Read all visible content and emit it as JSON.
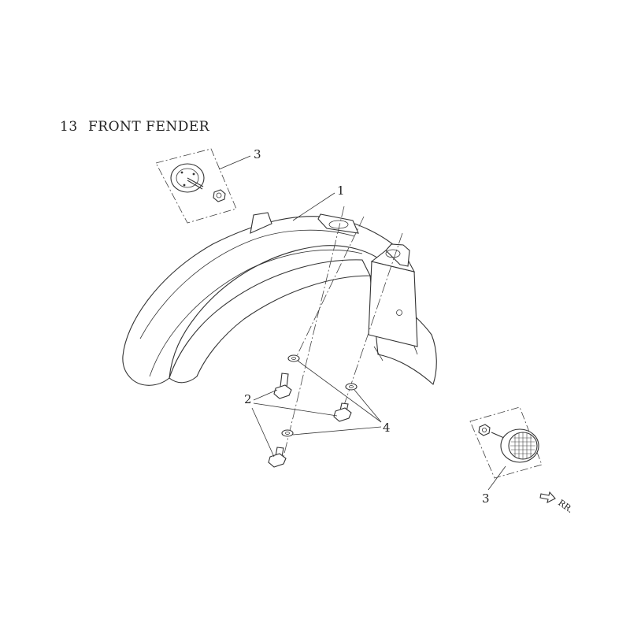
{
  "title": {
    "number": "13",
    "name": "FRONT FENDER"
  },
  "callouts": {
    "part_1": "1",
    "part_2": "2",
    "part_3_upper": "3",
    "part_3_lower": "3",
    "part_4": "4"
  },
  "direction_label": "RR.",
  "colors": {
    "line": "#333333",
    "background": "#ffffff"
  }
}
